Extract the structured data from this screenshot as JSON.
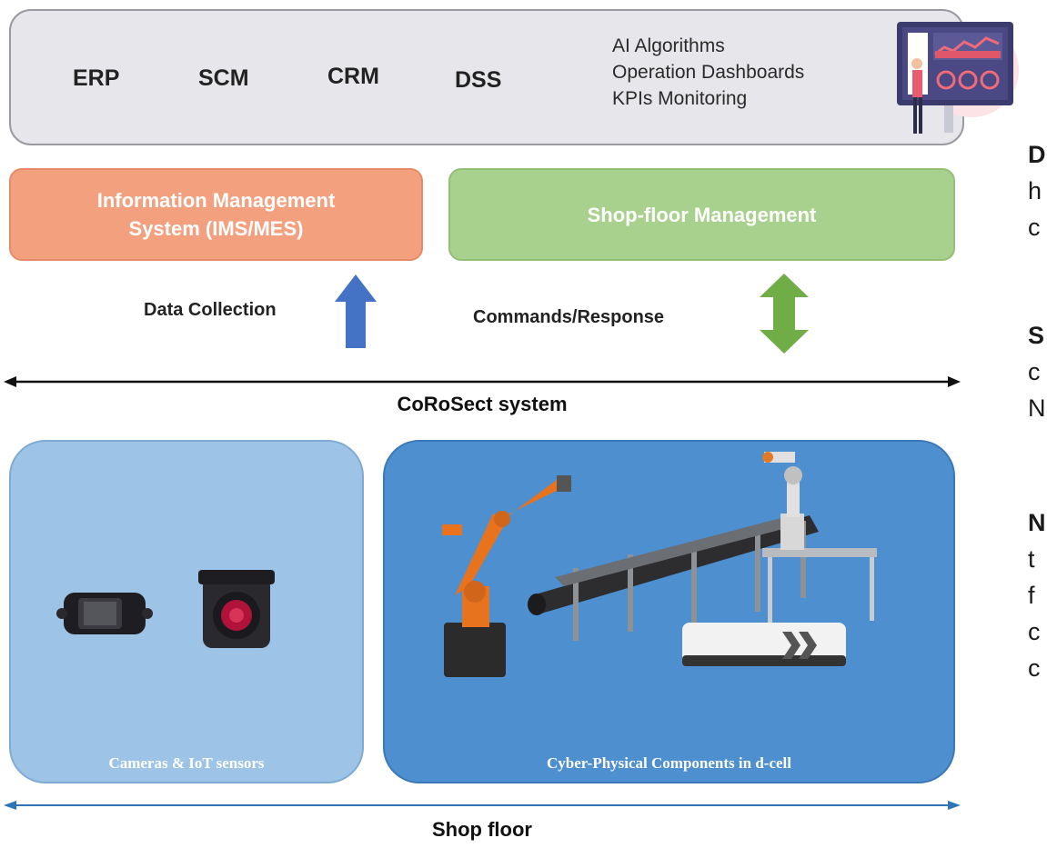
{
  "top_bar": {
    "systems": [
      "ERP",
      "SCM",
      "CRM",
      "DSS"
    ],
    "apps": [
      "AI Algorithms",
      "Operation Dashboards",
      "KPIs Monitoring"
    ]
  },
  "management": {
    "ims_line1": "Information Management",
    "ims_line2": "System (IMS/MES)",
    "shop_floor_mgmt": "Shop-floor Management"
  },
  "flows": {
    "data_collection": "Data Collection",
    "commands_response": "Commands/Response"
  },
  "axes": {
    "corosect": "CoRoSect system",
    "shop_floor": "Shop floor"
  },
  "panels": {
    "cameras_caption": "Cameras & IoT sensors",
    "cps_caption": "Cyber-Physical Components in d-cell"
  },
  "side_text": {
    "lines": [
      {
        "bold": "D",
        "rest": ""
      },
      {
        "bold": "",
        "rest": "h"
      },
      {
        "bold": "",
        "rest": "c"
      },
      {
        "bold": "S",
        "rest": ""
      },
      {
        "bold": "",
        "rest": "c"
      },
      {
        "bold": "",
        "rest": "N"
      },
      {
        "bold": "N",
        "rest": ""
      },
      {
        "bold": "",
        "rest": "t"
      },
      {
        "bold": "",
        "rest": "f"
      },
      {
        "bold": "",
        "rest": "c"
      },
      {
        "bold": "",
        "rest": "c"
      }
    ]
  },
  "colors": {
    "ims": "#f3a07f",
    "shop_mgmt": "#a9d18e",
    "up_arrow": "#4472c4",
    "bidir_arrow": "#70ad47",
    "cameras_panel": "#9dc3e6",
    "cps_panel": "#4d8fcf",
    "robot_orange": "#e8731f"
  }
}
